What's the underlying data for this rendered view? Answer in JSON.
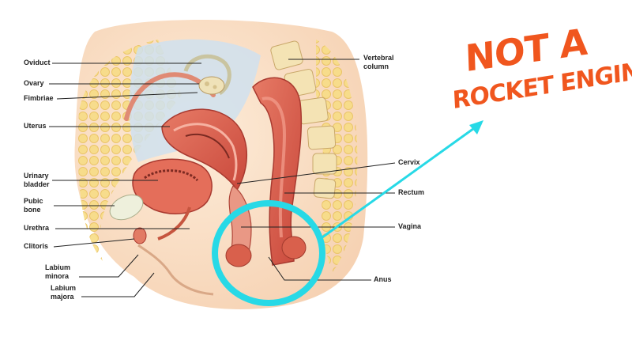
{
  "labels": {
    "oviduct": "Oviduct",
    "ovary": "Ovary",
    "fimbriae": "Fimbriae",
    "uterus": "Uterus",
    "urinary_1": "Urinary",
    "urinary_2": "bladder",
    "pubic_1": "Pubic",
    "pubic_2": "bone",
    "urethra": "Urethra",
    "clitoris": "Clitoris",
    "labium_minora_1": "Labium",
    "labium_minora_2": "minora",
    "labium_majora_1": "Labium",
    "labium_majora_2": "majora",
    "vertebral_1": "Vertebral",
    "vertebral_2": "column",
    "cervix": "Cervix",
    "rectum": "Rectum",
    "vagina": "Vagina",
    "anus": "Anus"
  },
  "callout": {
    "line1": "NOT A",
    "line2": "ROCKET ENGINE",
    "color": "#f0561e"
  },
  "highlight": {
    "color": "#27d9e6"
  }
}
